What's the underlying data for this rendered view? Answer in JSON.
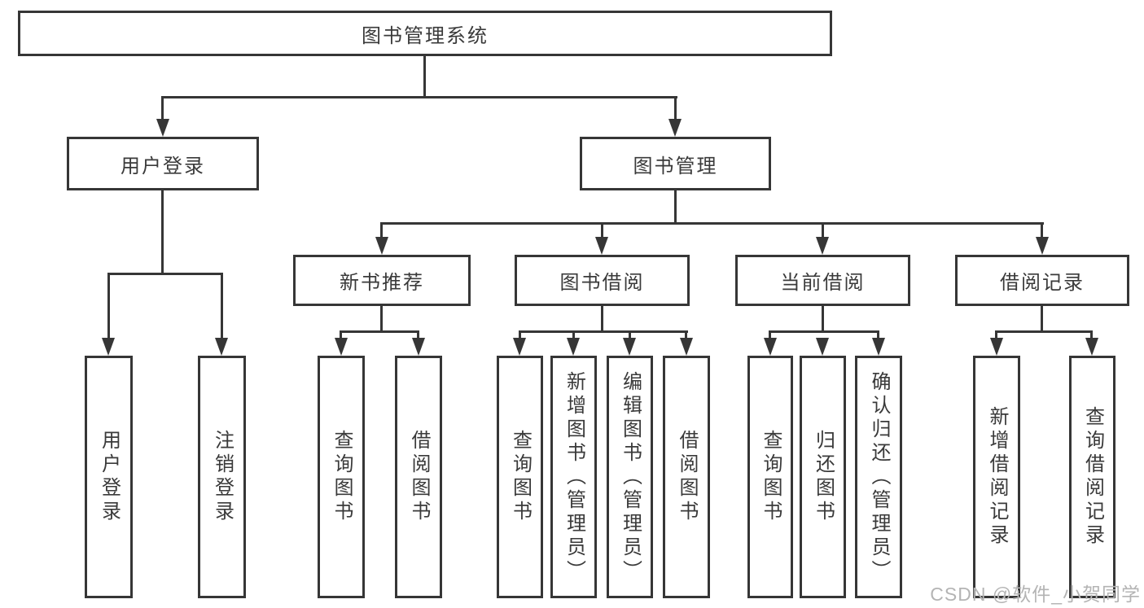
{
  "diagram": {
    "type": "hierarchy-tree",
    "colors": {
      "line": "#363636",
      "text": "#3a3a3a",
      "box_background": "#ffffff",
      "page_background": "#ffffff",
      "watermark": "#b4b4b4"
    },
    "nodes": {
      "root": {
        "label": "图书管理系统"
      },
      "level2": [
        {
          "label": "用户登录"
        },
        {
          "label": "图书管理"
        }
      ],
      "level3": [
        {
          "label": "新书推荐",
          "parent": "图书管理"
        },
        {
          "label": "图书借阅",
          "parent": "图书管理"
        },
        {
          "label": "当前借阅",
          "parent": "图书管理"
        },
        {
          "label": "借阅记录",
          "parent": "图书管理"
        }
      ],
      "leaves": [
        {
          "label": "用户登录",
          "parent": "用户登录"
        },
        {
          "label": "注销登录",
          "parent": "用户登录"
        },
        {
          "label": "查询图书",
          "parent": "新书推荐"
        },
        {
          "label": "借阅图书",
          "parent": "新书推荐"
        },
        {
          "label": "查询图书",
          "parent": "图书借阅"
        },
        {
          "label": "新增图书（管理员）",
          "parent": "图书借阅"
        },
        {
          "label": "编辑图书（管理员）",
          "parent": "图书借阅"
        },
        {
          "label": "借阅图书",
          "parent": "图书借阅"
        },
        {
          "label": "查询图书",
          "parent": "当前借阅"
        },
        {
          "label": "归还图书",
          "parent": "当前借阅"
        },
        {
          "label": "确认归还（管理员）",
          "parent": "当前借阅"
        },
        {
          "label": "新增借阅记录",
          "parent": "借阅记录"
        },
        {
          "label": "查询借阅记录",
          "parent": "借阅记录"
        }
      ]
    }
  },
  "watermark": {
    "text": "CSDN @软件_小贺同学"
  }
}
